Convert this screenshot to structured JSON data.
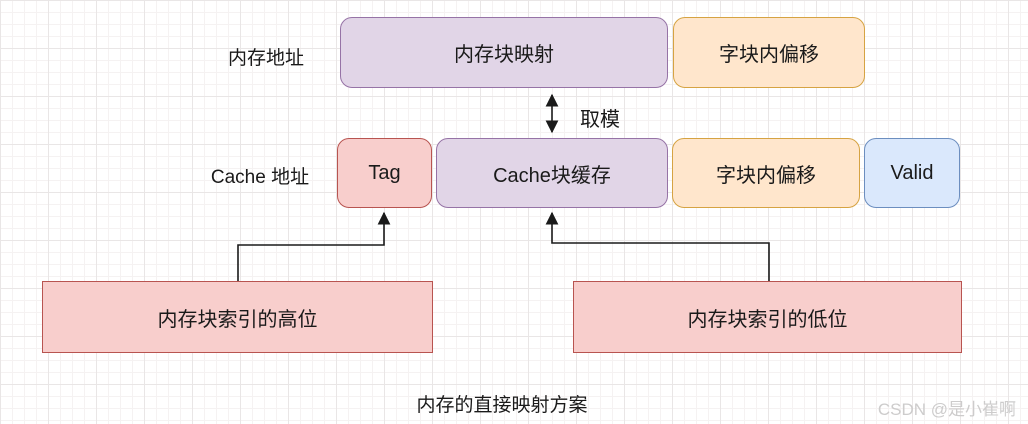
{
  "diagram": {
    "caption": "内存的直接映射方案",
    "watermark": "CSDN @是小崔啊",
    "row_labels": {
      "memory_address": "内存地址",
      "cache_address": "Cache 地址"
    },
    "annotations": {
      "modulo": "取模"
    },
    "memory_address_row": {
      "block_mapping": "内存块映射",
      "word_offset": "字块内偏移"
    },
    "cache_address_row": {
      "tag": "Tag",
      "cache_block": "Cache块缓存",
      "word_offset": "字块内偏移",
      "valid": "Valid"
    },
    "index_boxes": {
      "high_bits": "内存块索引的高位",
      "low_bits": "内存块索引的低位"
    },
    "colors": {
      "purple_fill": "#e1d5e7",
      "purple_stroke": "#9673a6",
      "orange_fill": "#ffe6cc",
      "orange_stroke": "#d6a342",
      "red_fill": "#f8cecc",
      "red_stroke": "#b85450",
      "blue_fill": "#dae8fc",
      "blue_stroke": "#6c8ebf",
      "arrow": "#1a1a1a",
      "grid_major": "#e9e6e6",
      "grid_minor": "#f5f2f2"
    }
  }
}
